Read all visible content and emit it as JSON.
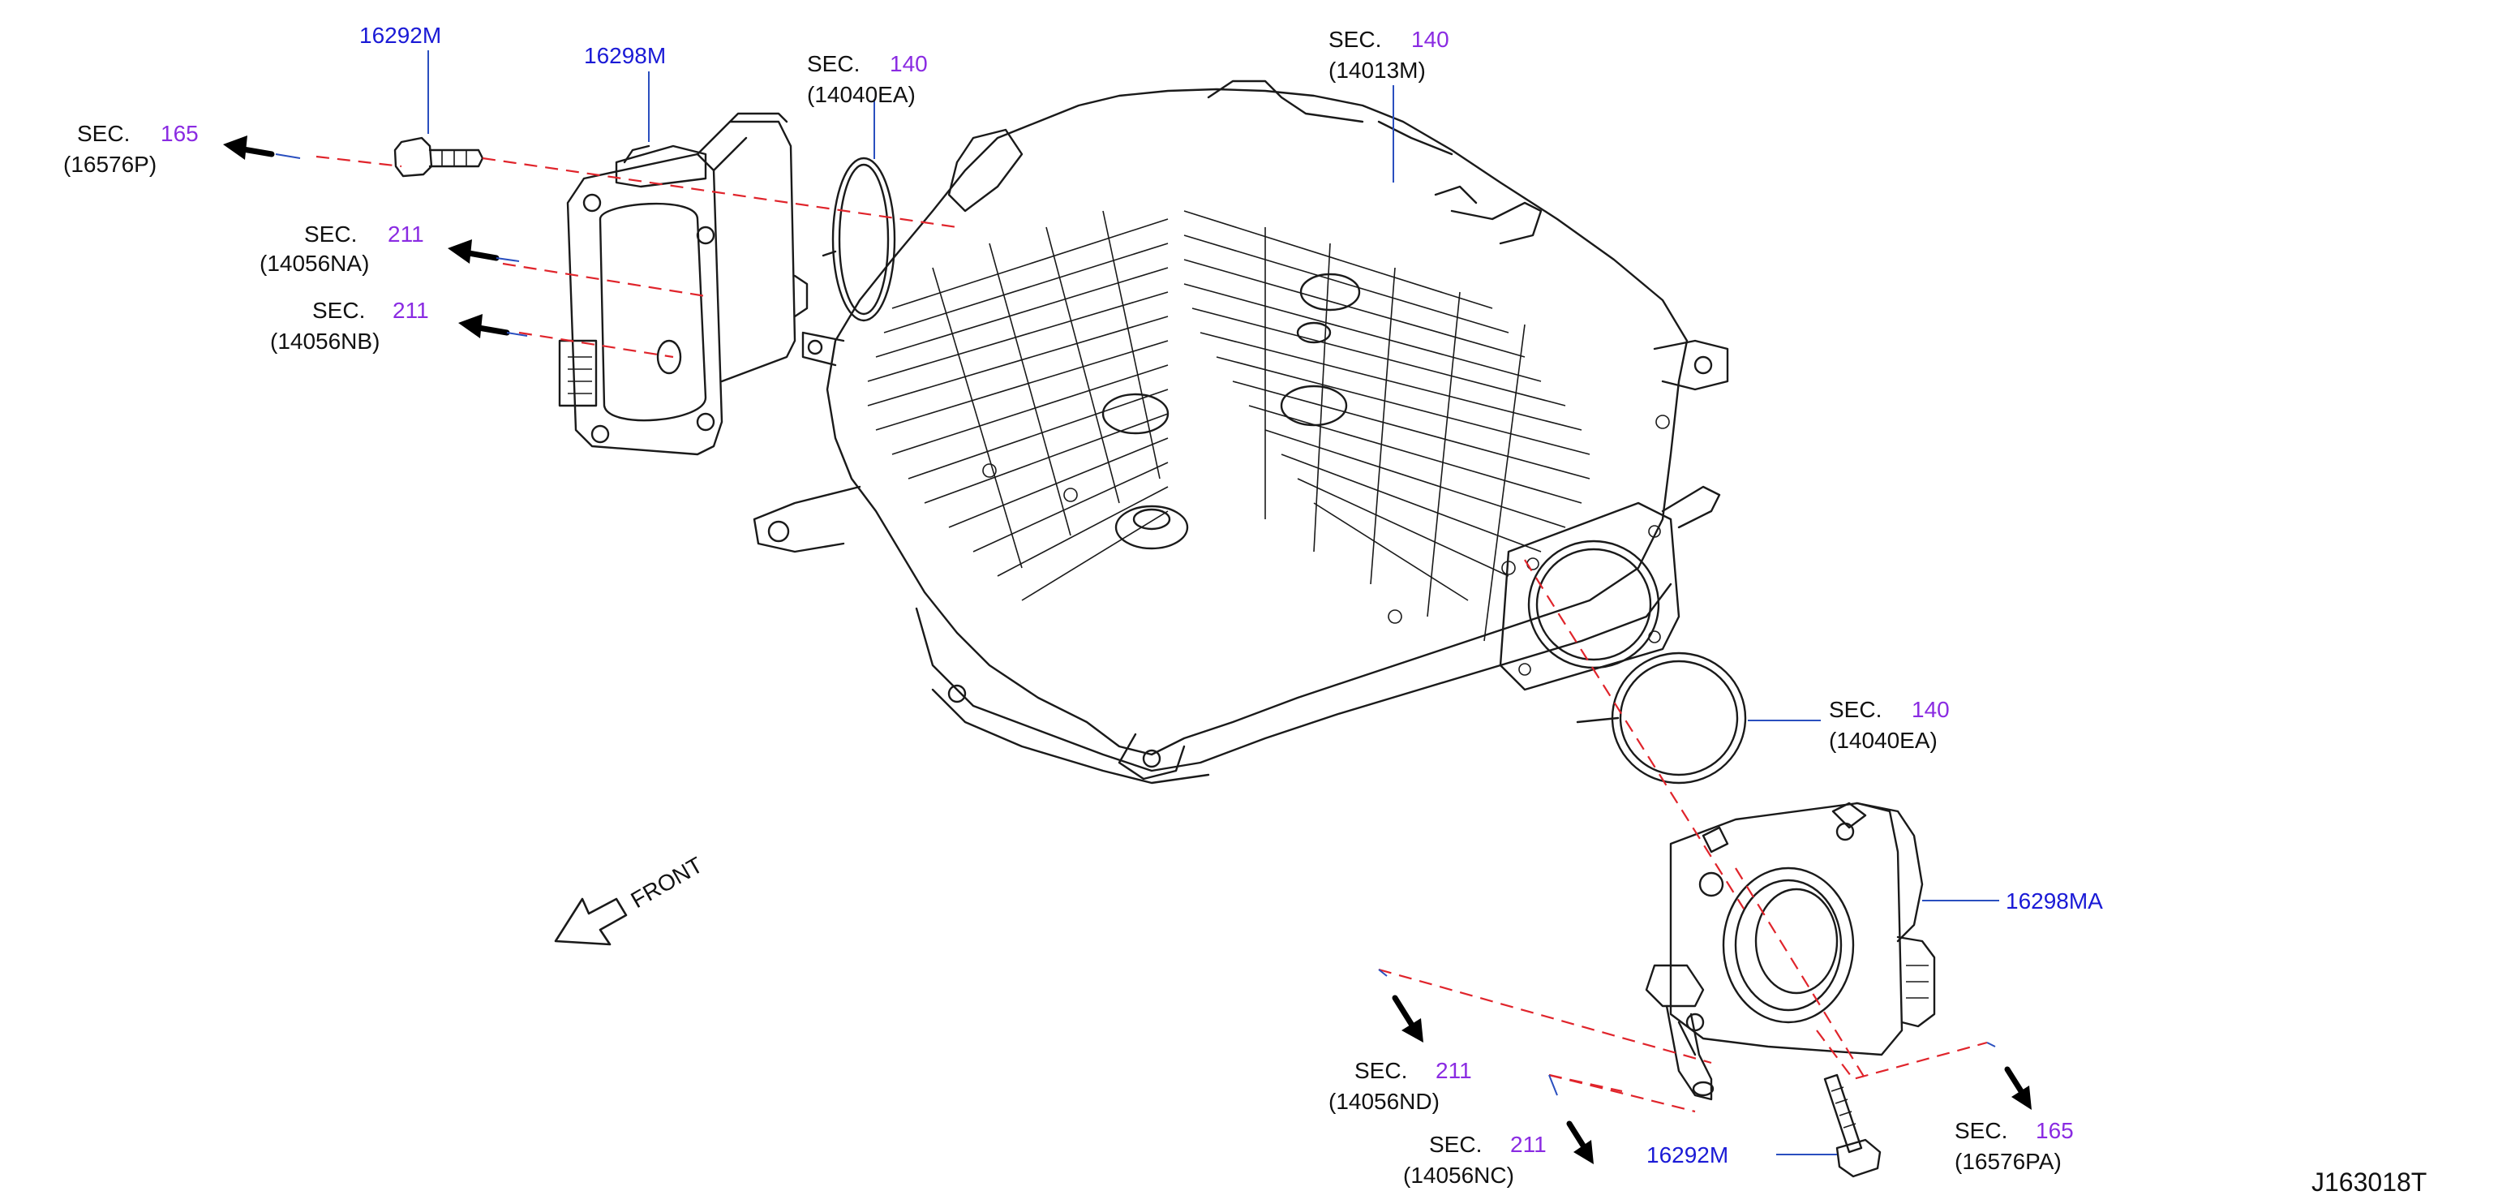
{
  "colors": {
    "part_number": "#1a1ad6",
    "section_number": "#8a2be2",
    "text": "#111111",
    "dashed_line": "#e0242b",
    "leader_line": "#2a4fbf",
    "drawing": "#1a1a1a"
  },
  "labels": {
    "p_16292m_top": "16292M",
    "p_16298m": "16298M",
    "sec_165_tl": {
      "sec": "SEC.",
      "num": "165",
      "code": "(16576P)"
    },
    "sec_211_na": {
      "sec": "SEC.",
      "num": "211",
      "code": "(14056NA)"
    },
    "sec_211_nb": {
      "sec": "SEC.",
      "num": "211",
      "code": "(14056NB)"
    },
    "sec_140_ea_top": {
      "sec": "SEC.",
      "num": "140",
      "code": "(14040EA)"
    },
    "sec_140_m": {
      "sec": "SEC.",
      "num": "140",
      "code": "(14013M)"
    },
    "sec_140_ea_mid": {
      "sec": "SEC.",
      "num": "140",
      "code": "(14040EA)"
    },
    "p_16298ma": "16298MA",
    "sec_211_nd": {
      "sec": "SEC.",
      "num": "211",
      "code": "(14056ND)"
    },
    "sec_211_nc": {
      "sec": "SEC.",
      "num": "211",
      "code": "(14056NC)"
    },
    "p_16292m_bottom": "16292M",
    "sec_165_br": {
      "sec": "SEC.",
      "num": "165",
      "code": "(16576PA)"
    },
    "front": "FRONT",
    "drawing_id": "J163018T"
  }
}
